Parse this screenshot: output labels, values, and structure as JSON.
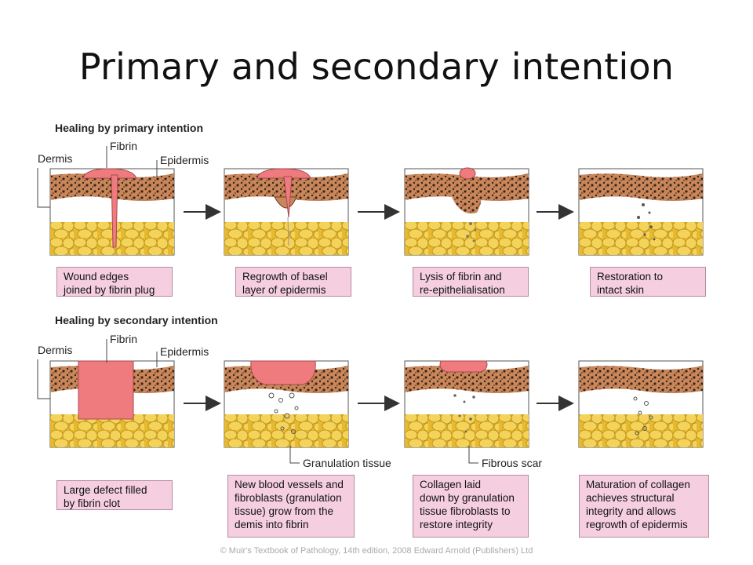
{
  "title": "Primary and secondary intention",
  "primary": {
    "heading": "Healing by primary intention",
    "labels": {
      "dermis": "Dermis",
      "fibrin": "Fibrin",
      "epidermis": "Epidermis"
    },
    "captions": [
      "Wound edges\njoined by fibrin plug",
      "Regrowth of basel\nlayer of epidermis",
      "Lysis of fibrin and\nre-epithelialisation",
      "Restoration to\nintact skin"
    ]
  },
  "secondary": {
    "heading": "Healing by secondary intention",
    "labels": {
      "dermis": "Dermis",
      "fibrin": "Fibrin",
      "epidermis": "Epidermis",
      "granulation": "Granulation tissue",
      "scar": "Fibrous scar"
    },
    "captions": [
      "Large defect filled\nby fibrin clot",
      "New blood vessels and\nfibroblasts (granulation\ntissue) grow from the\ndemis into fibrin",
      "Collagen laid\ndown by granulation\ntissue fibroblasts to\nrestore integrity",
      "Maturation of collagen\nachieves structural\nintegrity and allows\nregrowth of epidermis"
    ]
  },
  "copyright": "© Muir's Textbook of Pathology, 14th edition, 2008 Edward Arnold (Publishers) Ltd",
  "colors": {
    "epidermis": "#c8865a",
    "fat": "#f4d35a",
    "fibrin": "#ef7b7f",
    "caption_bg": "#f5cfe0"
  }
}
